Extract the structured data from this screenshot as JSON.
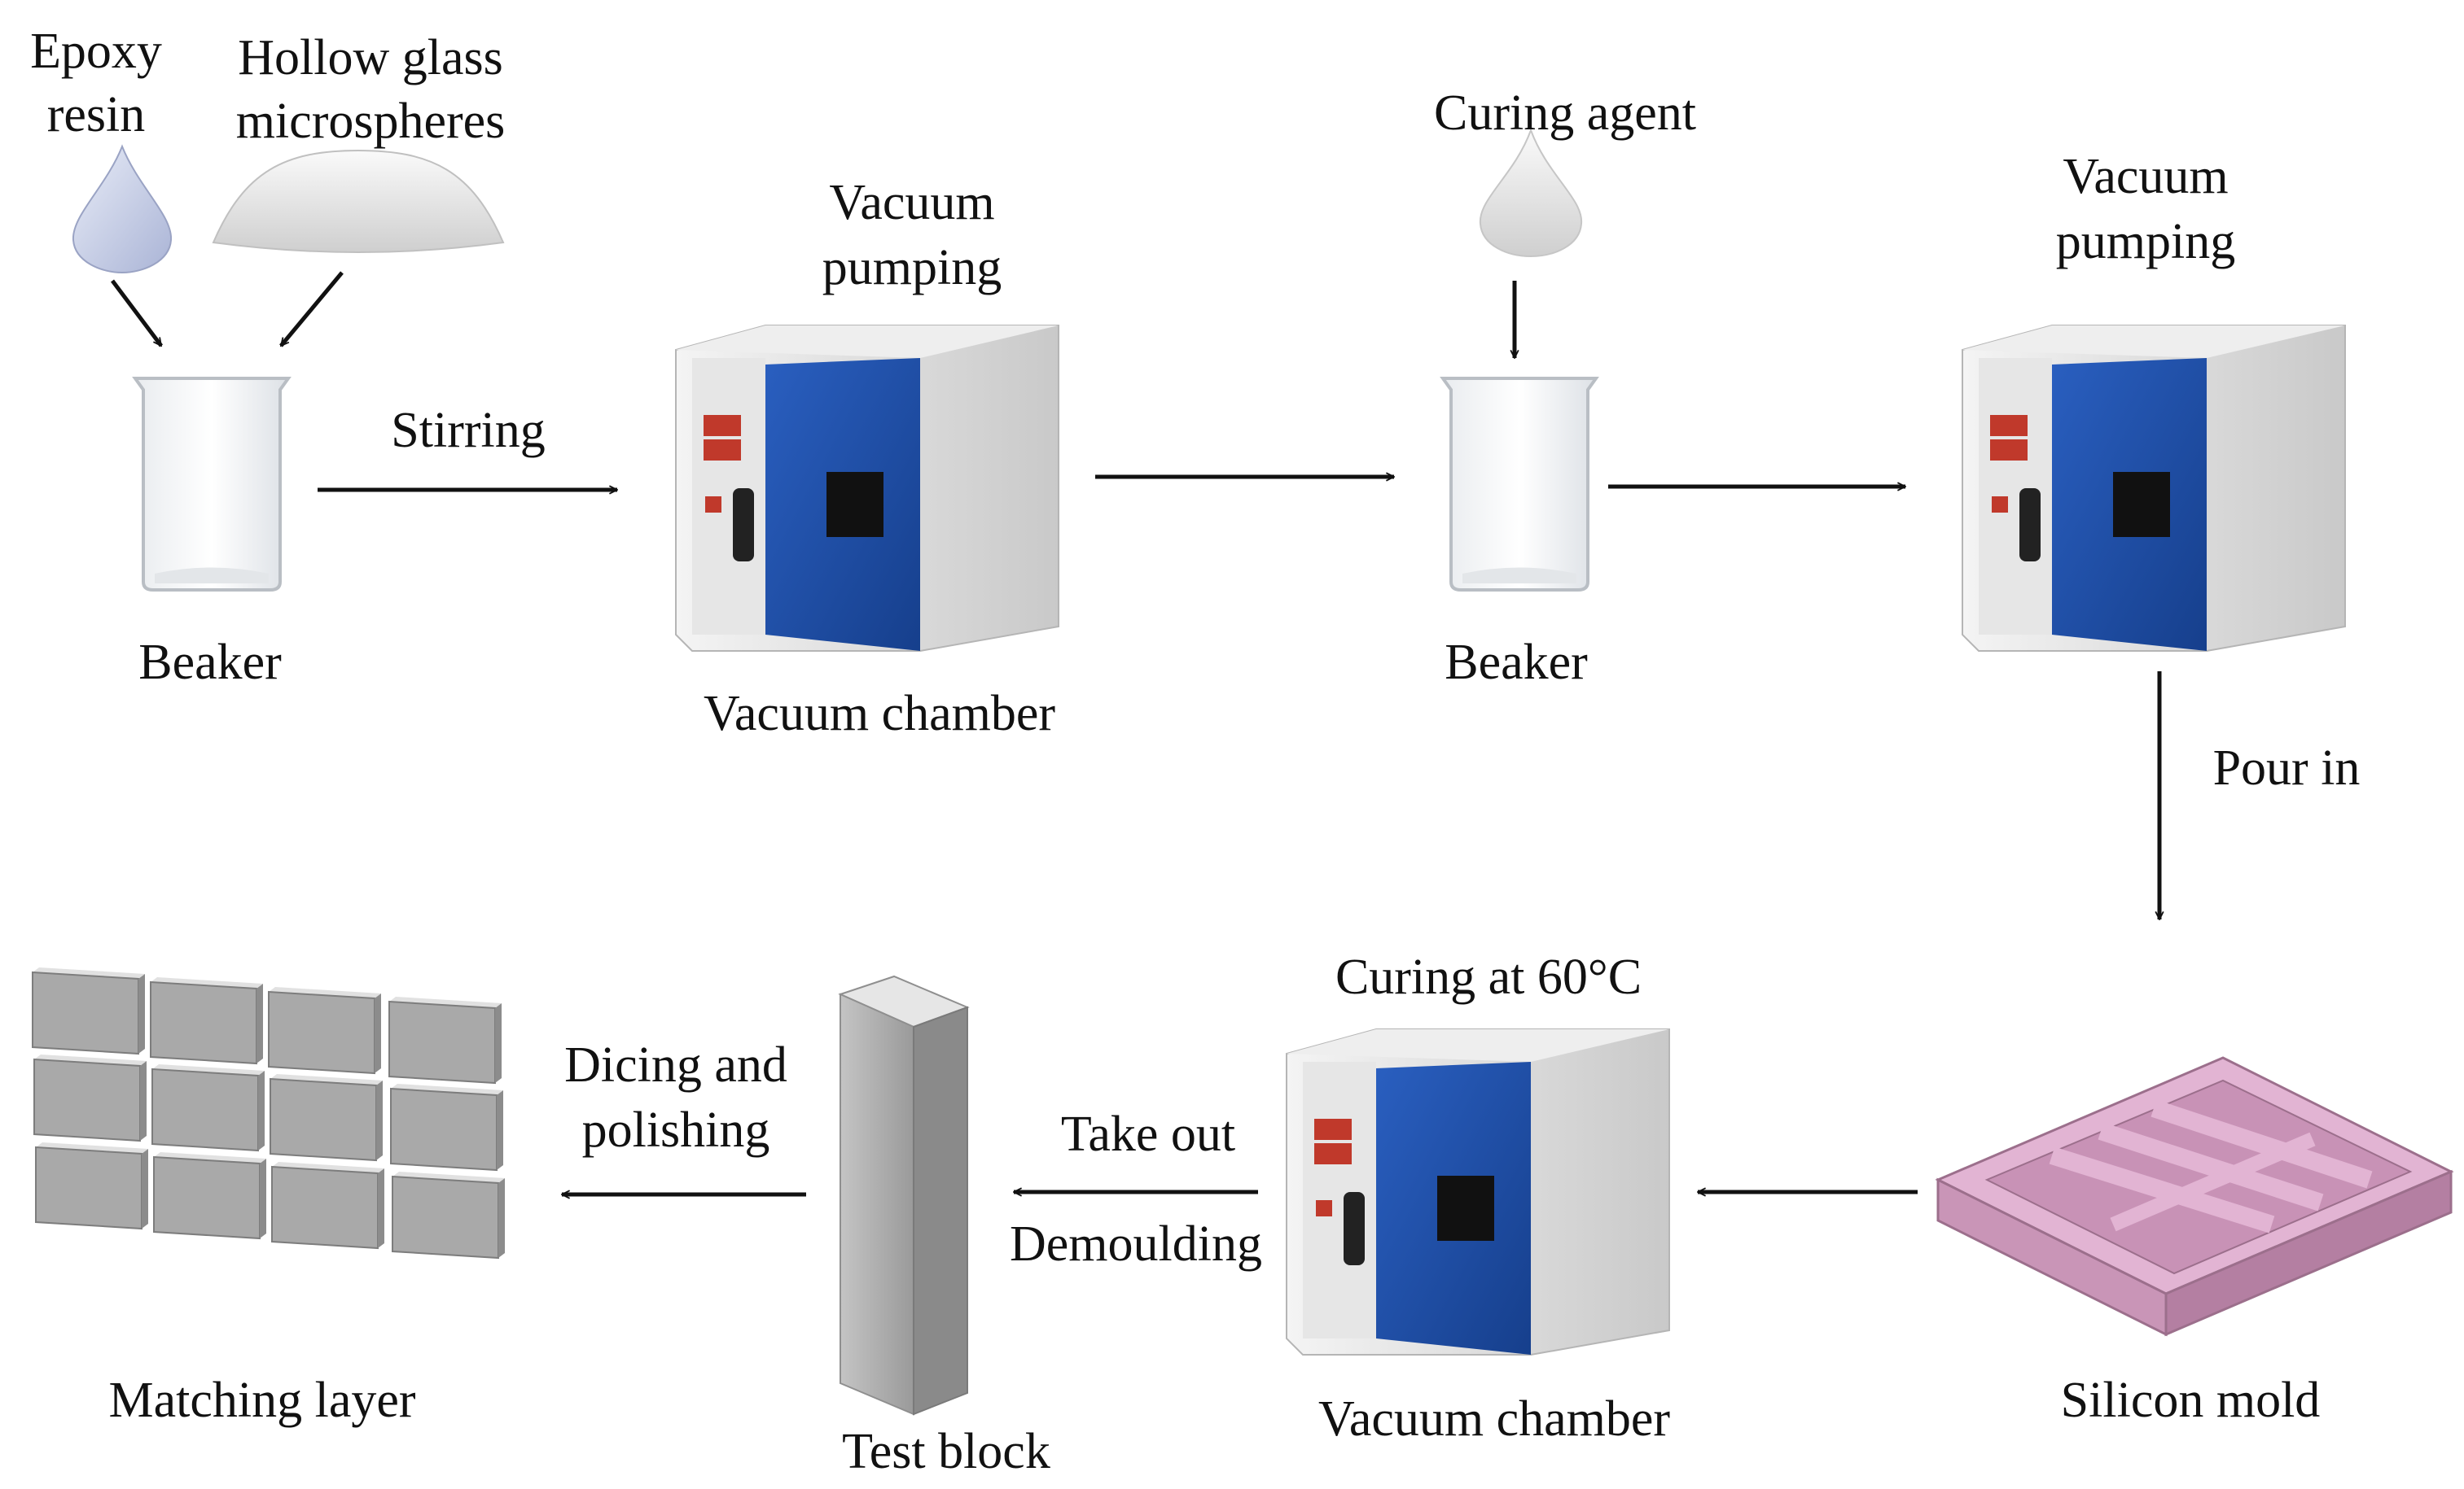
{
  "labels": {
    "epoxy_line1": "Epoxy",
    "epoxy_line2": "resin",
    "hgm_line1": "Hollow glass",
    "hgm_line2": "microspheres",
    "beaker_1": "Beaker",
    "stirring": "Stirring",
    "vac_pump_1_line1": "Vacuum",
    "vac_pump_1_line2": "pumping",
    "vac_chamber_1": "Vacuum chamber",
    "curing_agent": "Curing agent",
    "beaker_2": "Beaker",
    "vac_pump_2_line1": "Vacuum",
    "vac_pump_2_line2": "pumping",
    "pour_in": "Pour in",
    "silicon_mold": "Silicon mold",
    "curing_temp": "Curing at 60°C",
    "vac_chamber_2": "Vacuum chamber",
    "take_out": "Take  out",
    "demoulding": "Demoulding",
    "test_block": "Test block",
    "dicing_line1": "Dicing and",
    "dicing_line2": "polishing",
    "matching_layer": "Matching layer"
  },
  "colors": {
    "chamber_door": "#1f4fa8",
    "chamber_body": "#dcdcdc",
    "silicon_mold": "#d9a9c9",
    "matching_tile": "#a9a9a9",
    "droplet": "#c8cfe6",
    "arrow": "#111111"
  }
}
